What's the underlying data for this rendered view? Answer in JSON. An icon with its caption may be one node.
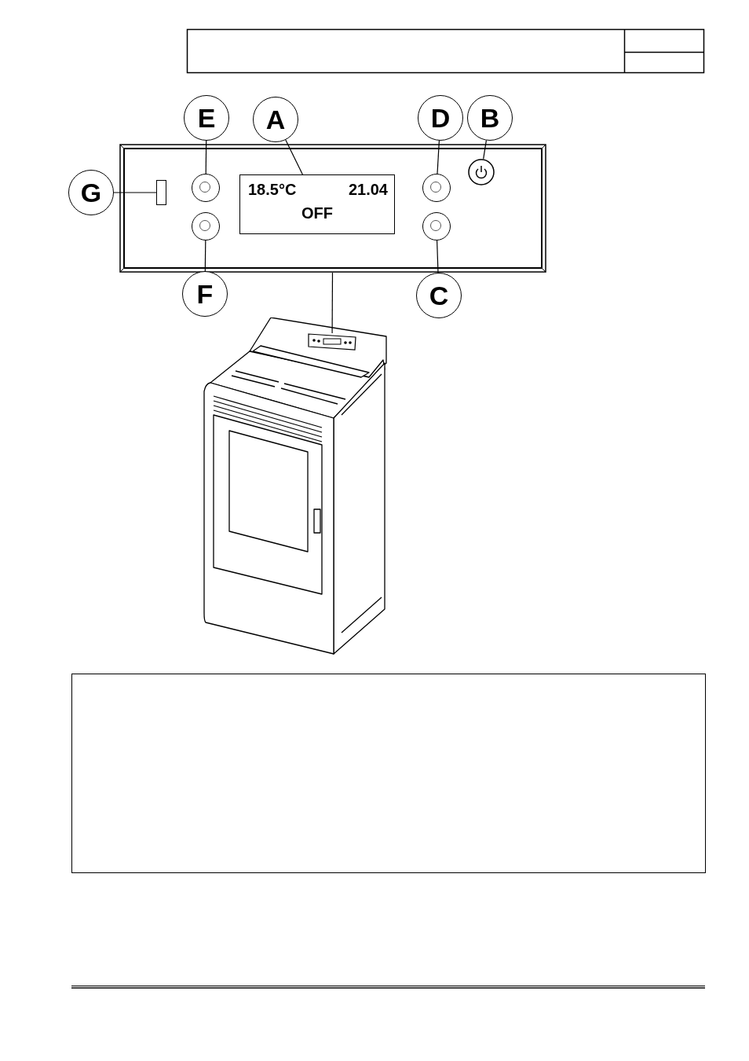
{
  "diagram": {
    "nodes": [
      {
        "text": [],
        "shape": "box"
      },
      {
        "text": [
          "E"
        ]
      },
      {
        "text": [
          "A"
        ]
      },
      {
        "text": [
          "D"
        ]
      },
      {
        "text": [
          "B"
        ]
      },
      {
        "text": [
          "G"
        ]
      },
      {
        "text": [
          "F"
        ]
      },
      {
        "text": [
          "C"
        ]
      },
      {
        "text": [],
        "shape": "bar",
        "in": 0
      },
      {
        "text": [],
        "shape": "circle",
        "in": 0
      },
      {
        "text": [],
        "shape": "circle",
        "in": 0
      },
      {
        "text": [
          "18.5°C",
          "21.04",
          "OFF"
        ],
        "in": 0
      },
      {
        "text": [],
        "shape": "circle",
        "in": 0
      },
      {
        "text": [],
        "shape": "circle",
        "in": 0
      },
      {
        "text": [],
        "shape": "circle",
        "in": 0
      },
      {
        "text": [],
        "shape": "picture"
      },
      {
        "text": [],
        "shape": "box"
      }
    ],
    "edges": [
      {
        "from": 1,
        "to": 9,
        "arrow": "none"
      },
      {
        "from": 2,
        "to": 11,
        "arrow": "none"
      },
      {
        "from": 3,
        "to": 12,
        "arrow": "none"
      },
      {
        "from": 4,
        "to": 14,
        "arrow": "none"
      },
      {
        "from": 5,
        "to": 8,
        "arrow": "none"
      },
      {
        "from": 6,
        "to": 10,
        "arrow": "none"
      },
      {
        "from": 7,
        "to": 13,
        "arrow": "none"
      },
      {
        "from": 0,
        "to": 16,
        "arrow": "none"
      }
    ]
  }
}
